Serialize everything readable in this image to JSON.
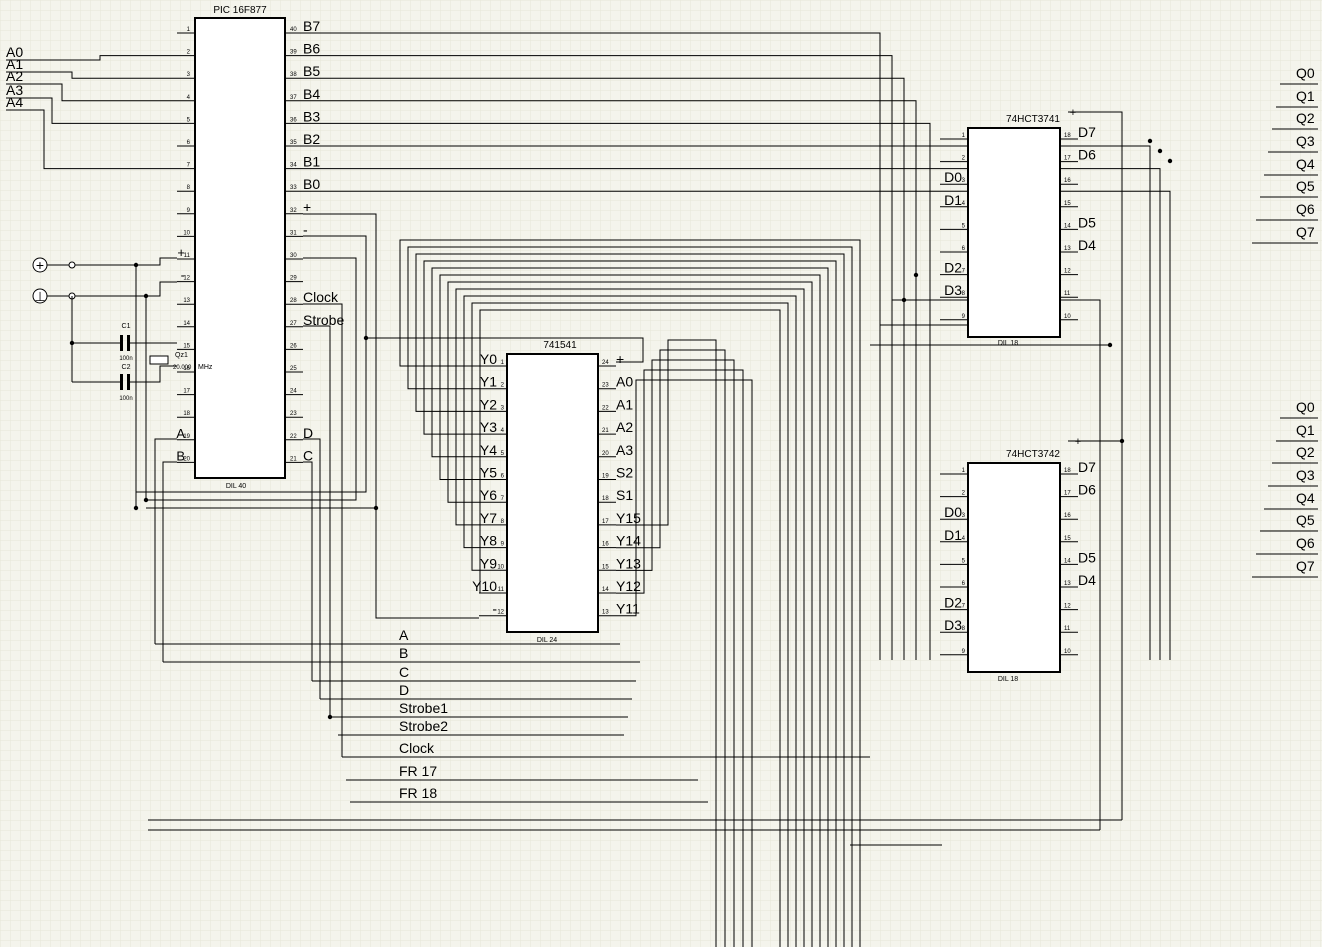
{
  "chips": {
    "pic": {
      "name": "PIC 16F877",
      "pkg": "DIL 40"
    },
    "dec": {
      "name": "741541",
      "pkg": "DIL 24"
    },
    "l1": {
      "name": "74HCT3741",
      "pkg": "DIL 18"
    },
    "l2": {
      "name": "74HCT3742",
      "pkg": "DIL 18"
    }
  },
  "pic": {
    "left_pins": [
      {
        "n": "1",
        "s": ""
      },
      {
        "n": "2",
        "s": ""
      },
      {
        "n": "3",
        "s": ""
      },
      {
        "n": "4",
        "s": ""
      },
      {
        "n": "5",
        "s": ""
      },
      {
        "n": "6",
        "s": ""
      },
      {
        "n": "7",
        "s": ""
      },
      {
        "n": "8",
        "s": ""
      },
      {
        "n": "9",
        "s": ""
      },
      {
        "n": "10",
        "s": ""
      },
      {
        "n": "11",
        "s": "+"
      },
      {
        "n": "12",
        "s": "-"
      },
      {
        "n": "13",
        "s": ""
      },
      {
        "n": "14",
        "s": ""
      },
      {
        "n": "15",
        "s": ""
      },
      {
        "n": "16",
        "s": ""
      },
      {
        "n": "17",
        "s": ""
      },
      {
        "n": "18",
        "s": ""
      },
      {
        "n": "19",
        "s": "A"
      },
      {
        "n": "20",
        "s": "B"
      }
    ],
    "right_pins": [
      {
        "n": "40",
        "s": "B7"
      },
      {
        "n": "39",
        "s": "B6"
      },
      {
        "n": "38",
        "s": "B5"
      },
      {
        "n": "37",
        "s": "B4"
      },
      {
        "n": "36",
        "s": "B3"
      },
      {
        "n": "35",
        "s": "B2"
      },
      {
        "n": "34",
        "s": "B1"
      },
      {
        "n": "33",
        "s": "B0"
      },
      {
        "n": "32",
        "s": "+"
      },
      {
        "n": "31",
        "s": "-"
      },
      {
        "n": "30",
        "s": ""
      },
      {
        "n": "29",
        "s": ""
      },
      {
        "n": "28",
        "s": "Clock"
      },
      {
        "n": "27",
        "s": "Strobe"
      },
      {
        "n": "26",
        "s": ""
      },
      {
        "n": "25",
        "s": ""
      },
      {
        "n": "24",
        "s": ""
      },
      {
        "n": "23",
        "s": ""
      },
      {
        "n": "22",
        "s": "D"
      },
      {
        "n": "21",
        "s": "C"
      }
    ],
    "inputs": [
      "A0",
      "A1",
      "A2",
      "A3",
      "A4"
    ]
  },
  "dec": {
    "left_pins": [
      {
        "n": "1",
        "s": "Y0"
      },
      {
        "n": "2",
        "s": "Y1"
      },
      {
        "n": "3",
        "s": "Y2"
      },
      {
        "n": "4",
        "s": "Y3"
      },
      {
        "n": "5",
        "s": "Y4"
      },
      {
        "n": "6",
        "s": "Y5"
      },
      {
        "n": "7",
        "s": "Y6"
      },
      {
        "n": "8",
        "s": "Y7"
      },
      {
        "n": "9",
        "s": "Y8"
      },
      {
        "n": "10",
        "s": "Y9"
      },
      {
        "n": "11",
        "s": "Y10"
      },
      {
        "n": "12",
        "s": "-"
      }
    ],
    "right_pins": [
      {
        "n": "24",
        "s": "+"
      },
      {
        "n": "23",
        "s": "A0"
      },
      {
        "n": "22",
        "s": "A1"
      },
      {
        "n": "21",
        "s": "A2"
      },
      {
        "n": "20",
        "s": "A3"
      },
      {
        "n": "19",
        "s": "S2"
      },
      {
        "n": "18",
        "s": "S1"
      },
      {
        "n": "17",
        "s": "Y15"
      },
      {
        "n": "16",
        "s": "Y14"
      },
      {
        "n": "15",
        "s": "Y13"
      },
      {
        "n": "14",
        "s": "Y12"
      },
      {
        "n": "13",
        "s": "Y11"
      }
    ]
  },
  "latch": {
    "left_pins": [
      {
        "n": "1",
        "s": ""
      },
      {
        "n": "2",
        "s": ""
      },
      {
        "n": "3",
        "s": "D0"
      },
      {
        "n": "4",
        "s": "D1"
      },
      {
        "n": "5",
        "s": ""
      },
      {
        "n": "6",
        "s": ""
      },
      {
        "n": "7",
        "s": "D2"
      },
      {
        "n": "8",
        "s": "D3"
      },
      {
        "n": "9",
        "s": ""
      }
    ],
    "right_pins": [
      {
        "n": "18",
        "s": "D7"
      },
      {
        "n": "17",
        "s": "D6"
      },
      {
        "n": "16",
        "s": ""
      },
      {
        "n": "15",
        "s": ""
      },
      {
        "n": "14",
        "s": "D5"
      },
      {
        "n": "13",
        "s": "D4"
      },
      {
        "n": "12",
        "s": ""
      },
      {
        "n": "11",
        "s": ""
      },
      {
        "n": "10",
        "s": ""
      }
    ],
    "plus": "+",
    "outputs": [
      "Q0",
      "Q1",
      "Q2",
      "Q3",
      "Q4",
      "Q5",
      "Q6",
      "Q7"
    ]
  },
  "power": {
    "plus": "+",
    "ground": "⊥"
  },
  "components": {
    "c1": "C1",
    "c2": "C2",
    "c_value": "100n",
    "crystal_name": "Qz1",
    "crystal_freq": "20.000",
    "crystal_unit": "MHz"
  },
  "buses": [
    "A",
    "B",
    "C",
    "D",
    "Strobe1",
    "Strobe2",
    "Clock",
    "FR 17",
    "FR 18"
  ]
}
